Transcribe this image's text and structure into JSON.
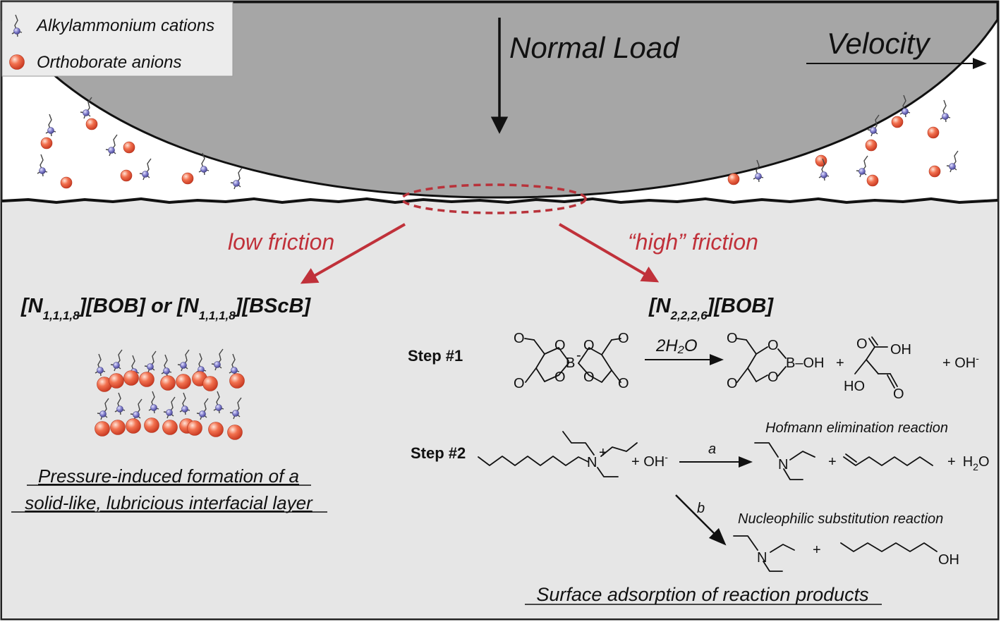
{
  "legend": {
    "cation_label": "Alkylammonium cations",
    "anion_label": "Orthoborate anions"
  },
  "top": {
    "normal_load_label": "Normal Load",
    "velocity_label": "Velocity"
  },
  "branches": {
    "low_label": "low friction",
    "high_label": "“high” friction"
  },
  "left_panel": {
    "title_parts": [
      "[N",
      "1,1,1,8",
      "][BOB] or [N",
      "1,1,1,8",
      "][BScB]"
    ],
    "caption_line1": "Pressure-induced formation of a",
    "caption_line2": "solid-like, lubricious interfacial layer"
  },
  "right_panel": {
    "title_parts": [
      "[N",
      "2,2,2,6",
      "][BOB]"
    ],
    "step1": {
      "label": "Step #1",
      "reagent": "2H₂O",
      "o": "O",
      "b_minus": "B",
      "minus": "-",
      "b_oh": "B–OH",
      "plus": "+",
      "oh": "OH",
      "ho": "HO",
      "hydroxide": "+ OH",
      "hydroxide_charge": "-"
    },
    "step2": {
      "label": "Step #2",
      "n_plus": "N",
      "charge_plus": "+",
      "plus_oh": "+ OH",
      "oh_charge": "-",
      "path_a": "a",
      "path_b": "b",
      "hofmann_label": "Hofmann elimination reaction",
      "nucleophilic_label": "Nucleophilic substitution reaction",
      "n": "N",
      "plus": "+",
      "plus_h2o_prefix": "+",
      "h2o_h": "H",
      "h2o_2": "2",
      "h2o_o": "O",
      "oh": "OH"
    },
    "caption": "Surface adsorption of reaction products"
  },
  "colors": {
    "ball": "#9e9e9e",
    "substrate": "#e6e6e6",
    "accent_red": "#c0313a",
    "anion": "#e8553f",
    "cation_node": "#7b78c9"
  }
}
